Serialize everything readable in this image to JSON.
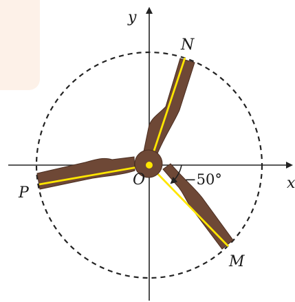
{
  "figure": {
    "labels": {
      "y_axis": "y",
      "x_axis": "x",
      "origin": "O",
      "tip_n": "N",
      "tip_m": "M",
      "tip_p": "P",
      "angle": "−50°"
    },
    "angle_deg": -50,
    "colors": {
      "blade": "#6e4836",
      "blade_edge": "#4a2d20",
      "center_line": "#ffe600",
      "axis": "#222222",
      "circle": "#222222",
      "corner_panel": "#fdf1e8"
    }
  }
}
